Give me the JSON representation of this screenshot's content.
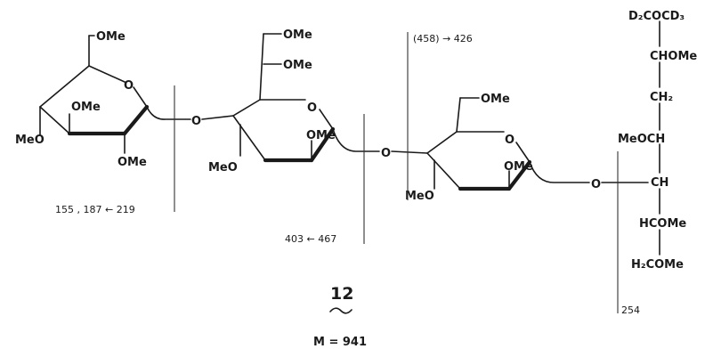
{
  "compound": {
    "number": "12",
    "mass": "M = 941"
  },
  "ring1": {
    "ch2ome": "OMe",
    "ring_o": "O",
    "ome_3": "OMe",
    "meo_4": "MeO",
    "ome_2": "OMe"
  },
  "link_o1": "O",
  "ring2": {
    "ome_a": "OMe",
    "ome_b": "OMe",
    "ring_o": "O",
    "ome_2": "OMe",
    "meo": "MeO"
  },
  "link_o2": "O",
  "ring3": {
    "ch2ome": "OMe",
    "ring_o": "O",
    "ome_2": "OMe",
    "meo": "MeO"
  },
  "link_o3": "O",
  "alditol": {
    "c1": "D₂COCD₃",
    "c2": "CHOMe",
    "c3": "CH₂",
    "c4": "MeOCH",
    "c5": "CH",
    "c6": "HCOMe",
    "c7": "H₂COMe"
  },
  "fragments": {
    "f1": "155 , 187 ← 219",
    "f2": "403 ← 467",
    "f3": "(458) → 426",
    "f4": "254"
  }
}
